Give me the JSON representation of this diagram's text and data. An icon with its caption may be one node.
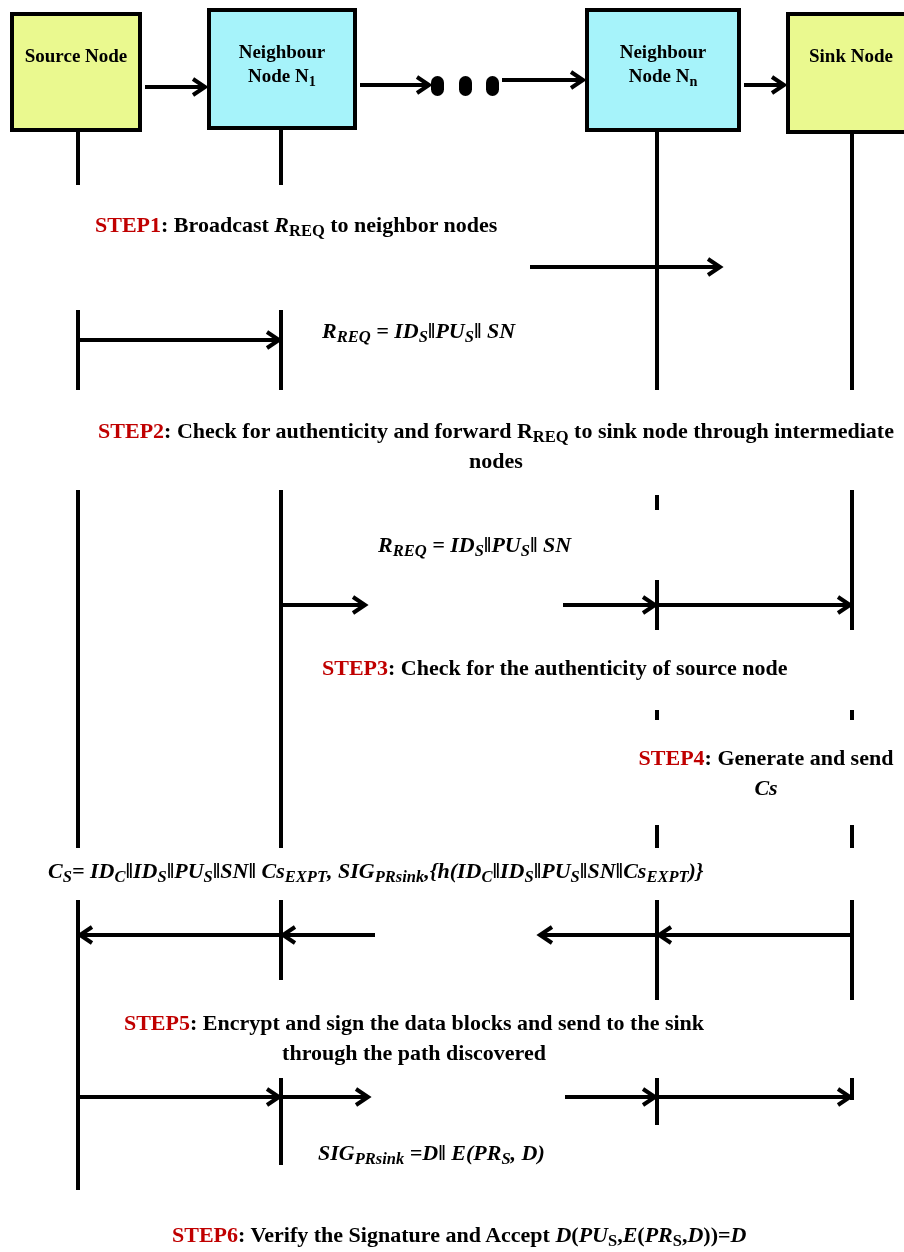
{
  "diagram": {
    "nodes": [
      {
        "text": [
          "Source Node"
        ]
      },
      {
        "text": [
          "Neighbour Node N$_{1}$"
        ]
      },
      {
        "text": [
          "Neighbour Node N$_{n}$"
        ]
      },
      {
        "text": [
          "Sink Node"
        ]
      },
      {
        "text": [],
        "shape": "dots"
      },
      {
        "text": [],
        "shape": "line"
      },
      {
        "text": [],
        "shape": "line"
      },
      {
        "text": [],
        "shape": "line"
      },
      {
        "text": [],
        "shape": "line"
      }
    ],
    "edges": [
      {
        "from": 0,
        "to": 1,
        "arrow": "to"
      },
      {
        "from": 1,
        "to": 4,
        "arrow": "to"
      },
      {
        "from": 4,
        "to": 2,
        "arrow": "to"
      },
      {
        "from": 2,
        "to": 3,
        "arrow": "to"
      },
      {
        "from": 5,
        "to": 6,
        "arrow": "to"
      },
      {
        "from": 6,
        "to": null,
        "arrow": "to"
      },
      {
        "from": null,
        "to": 7,
        "arrow": "to"
      },
      {
        "from": 7,
        "to": 8,
        "arrow": "to"
      },
      {
        "from": 8,
        "to": 7,
        "arrow": "to"
      },
      {
        "from": 7,
        "to": null,
        "arrow": "to"
      },
      {
        "from": null,
        "to": 6,
        "arrow": "to"
      },
      {
        "from": 6,
        "to": 5,
        "arrow": "to"
      },
      {
        "from": 5,
        "to": 6,
        "arrow": "to"
      },
      {
        "from": 6,
        "to": null,
        "arrow": "to"
      },
      {
        "from": null,
        "to": 7,
        "arrow": "to"
      },
      {
        "from": 7,
        "to": 8,
        "arrow": "to"
      }
    ],
    "labels": [
      "STEP1",
      ": Broadcast *R*$_{REQ}$ to neighbor nodes",
      "R$_{REQ}$ = ID$_{S}$‖PU$_{S}$‖ SN",
      "STEP2",
      ": Check for authenticity and forward R$_{REQ}$ to sink node through intermediate nodes",
      "R$_{REQ}$ = ID$_{S}$‖PU$_{S}$‖ SN",
      "STEP3",
      ": Check for the authenticity of source node",
      "STEP4",
      ": Generate and send *Cs*",
      "C$_{S}$= ID$_{C}$‖ID$_{S}$‖PU$_{S}$‖SN‖ Cs$_{EXPT}$, SIG$_{PRsink}$,{h(ID$_{C}$‖ID$_{S}$‖PU$_{S}$‖SN‖Cs$_{EXPT}$)}",
      "STEP5",
      ": Encrypt and sign the data blocks and send to the sink through the path discovered",
      "SIG$_{PRsink}$ =D‖ E(PR$_{S}$, D)",
      "STEP6",
      ": Verify the Signature and Accept *D*(*PU*$_{S}$,*E*(*PR*$_{S}$,*D*))=*D*"
    ]
  }
}
